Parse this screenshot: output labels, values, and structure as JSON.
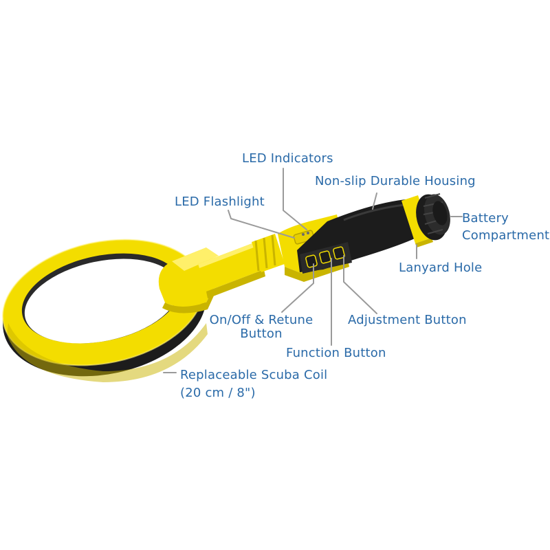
{
  "colors": {
    "label_text": "#2a6aa8",
    "leader_line": "#9a9a9a",
    "body_yellow": "#f3dd00",
    "body_yellow_shade": "#c9b400",
    "grip_black": "#1c1c1c",
    "grip_dark": "#303030"
  },
  "labels": {
    "led_indicators": "LED Indicators",
    "housing": "Non-slip Durable Housing",
    "led_flashlight": "LED Flashlight",
    "battery_line1": "Battery",
    "battery_line2": "Compartment",
    "lanyard": "Lanyard Hole",
    "onoff_line1": "On/Off & Retune",
    "onoff_line2": "Button",
    "adjustment": "Adjustment Button",
    "function": "Function Button",
    "coil_line1": "Replaceable Scuba Coil",
    "coil_line2": "(20 cm / 8\")"
  }
}
